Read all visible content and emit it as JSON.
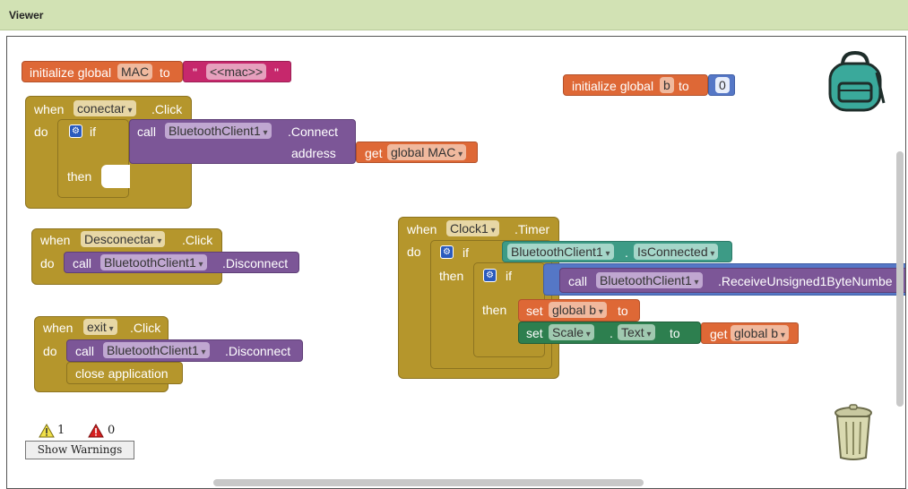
{
  "window": {
    "title": "Viewer"
  },
  "blocks": {
    "init_mac": {
      "kw": "initialize global",
      "var": "MAC",
      "to": "to",
      "quote_open": "\"",
      "value": "<<mac>>",
      "quote_close": "\""
    },
    "init_b": {
      "kw": "initialize global",
      "var": "b",
      "to": "to",
      "value": "0"
    },
    "conectar": {
      "when": "when",
      "component": "conectar",
      "event": ".Click",
      "do": "do",
      "if": "if",
      "then": "then",
      "call": "call",
      "target": "BluetoothClient1",
      "method": ".Connect",
      "param": "address",
      "get": "get",
      "get_var": "global MAC"
    },
    "desconectar": {
      "when": "when",
      "component": "Desconectar",
      "event": ".Click",
      "do": "do",
      "call": "call",
      "target": "BluetoothClient1",
      "method": ".Disconnect"
    },
    "exit": {
      "when": "when",
      "component": "exit",
      "event": ".Click",
      "do": "do",
      "call": "call",
      "target": "BluetoothClient1",
      "method": ".Disconnect",
      "close": "close application"
    },
    "clock": {
      "when": "when",
      "component": "Clock1",
      "event": ".Timer",
      "do": "do",
      "if1": "if",
      "then1": "then",
      "cond_target": "BluetoothClient1",
      "dot": ".",
      "cond_prop": "IsConnected",
      "if2": "if",
      "then2": "then",
      "call": "call",
      "recv_target": "BluetoothClient1",
      "recv_method": ".ReceiveUnsigned1ByteNumbe",
      "set": "set",
      "set_var": "global b",
      "set_to": "to",
      "set2": "set",
      "set2_comp": "Scale",
      "set2_dot": ".",
      "set2_prop": "Text",
      "set2_to": "to",
      "get": "get",
      "get_var": "global b"
    }
  },
  "warnings": {
    "warn_count": "1",
    "error_count": "0",
    "button": "Show Warnings"
  },
  "icons": {
    "backpack": "backpack-icon",
    "trash": "trash-icon",
    "warning": "warning-icon",
    "error": "error-icon",
    "gear": "gear-icon"
  }
}
